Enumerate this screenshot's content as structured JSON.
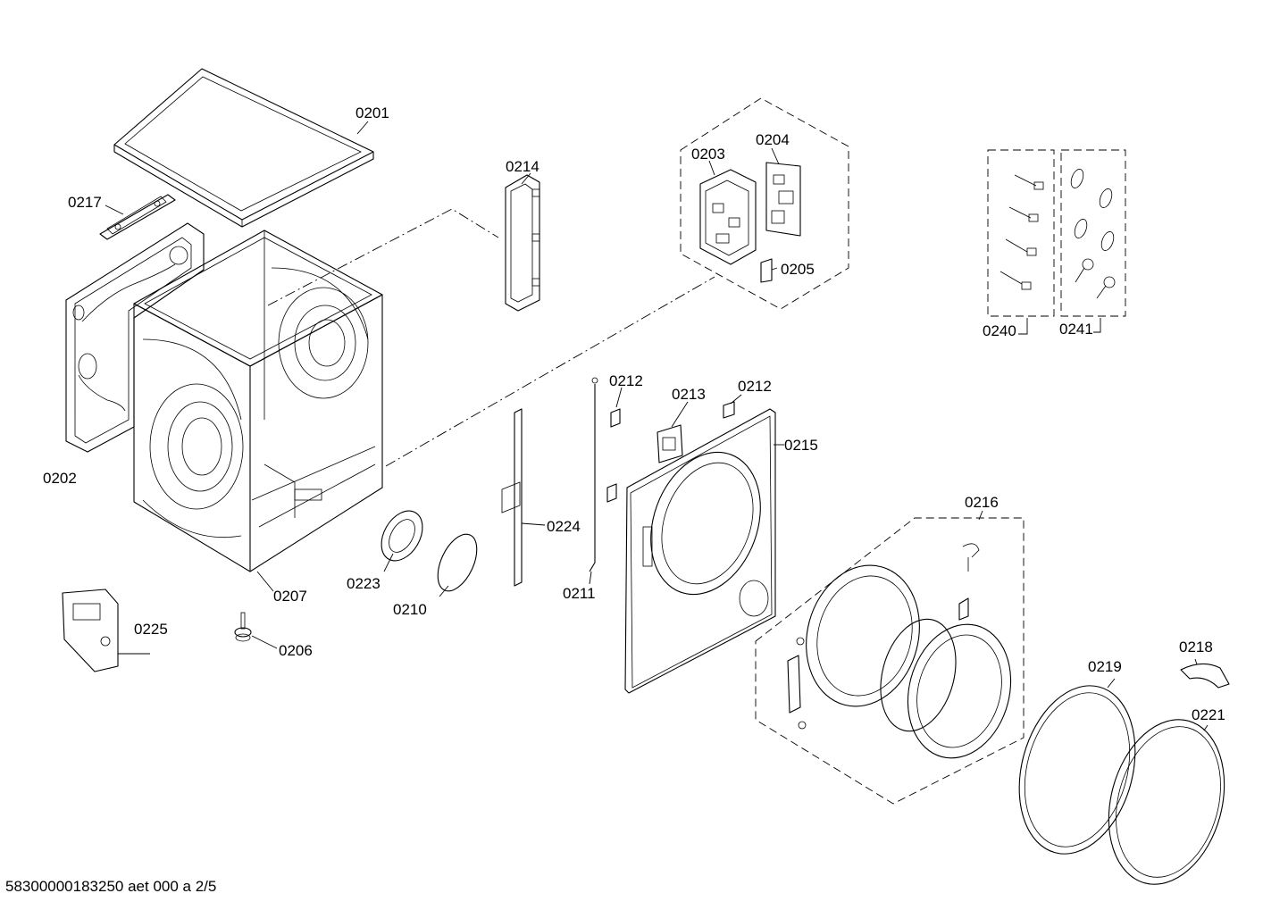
{
  "labels": {
    "p0201": "0201",
    "p0202": "0202",
    "p0203": "0203",
    "p0204": "0204",
    "p0205": "0205",
    "p0206": "0206",
    "p0207": "0207",
    "p0210": "0210",
    "p0211": "0211",
    "p0212a": "0212",
    "p0212b": "0212",
    "p0213": "0213",
    "p0214": "0214",
    "p0215": "0215",
    "p0216": "0216",
    "p0217": "0217",
    "p0218": "0218",
    "p0219": "0219",
    "p0221": "0221",
    "p0223": "0223",
    "p0224": "0224",
    "p0225": "0225",
    "p0240": "0240",
    "p0241": "0241"
  },
  "footer": "58300000183250 aet 000 a 2/5"
}
